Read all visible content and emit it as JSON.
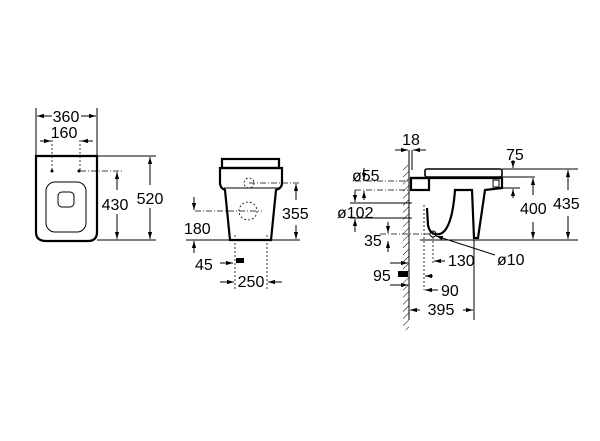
{
  "top_view": {
    "width_total": "360",
    "fixing_spacing": "160",
    "fixing_depth": "430",
    "depth_total": "520"
  },
  "front_view": {
    "outlet_height": "180",
    "fixing_height": "355",
    "floor_fixing_offset": "45",
    "base_width": "250"
  },
  "side_view": {
    "wall_gap": "18",
    "inlet_diameter": "ø55",
    "seat_thickness": "75",
    "rim_height": "400",
    "total_height": "435",
    "outlet_diameter": "ø102",
    "outlet_floor_height": "35",
    "fixing_distance": "130",
    "fixing_diameter": "ø10",
    "outlet_distance_min": "95",
    "outlet_distance": "90",
    "base_depth": "395"
  }
}
